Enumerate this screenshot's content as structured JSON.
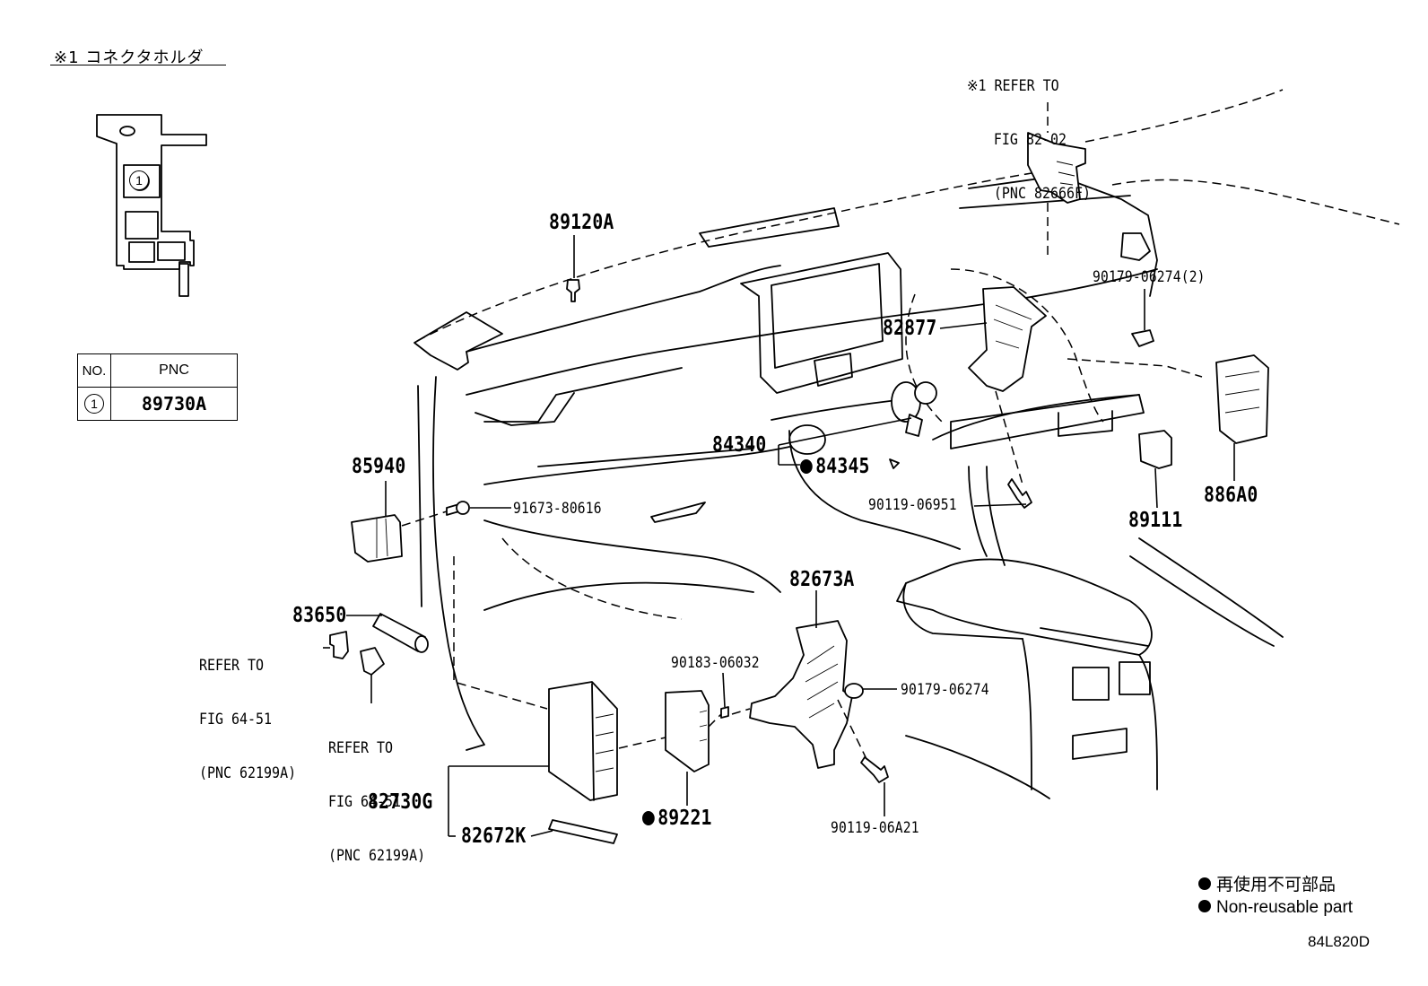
{
  "inset": {
    "title": "※1 コネクタホルダ",
    "callout_number": "1",
    "table_header": {
      "no": "NO.",
      "pnc": "PNC"
    },
    "table_rows": [
      {
        "no": "1",
        "pnc": "89730A"
      }
    ]
  },
  "references": {
    "top": [
      "※1 REFER TO",
      "FIG 82-02",
      "(PNC 82666F)"
    ],
    "left_a": [
      "REFER TO",
      "FIG 64-51",
      "(PNC 62199A)"
    ],
    "left_b": [
      "REFER TO",
      "FIG 64-51",
      "(PNC 62199A)"
    ]
  },
  "parts": {
    "p89120A": "89120A",
    "p82877": "82877",
    "p90179_06274_2": "90179-06274(2)",
    "p84340": "84340",
    "p84345": "84345",
    "p85940": "85940",
    "p91673_80616": "91673-80616",
    "p90119_06951": "90119-06951",
    "p89111": "89111",
    "p886A0": "886A0",
    "p82673A": "82673A",
    "p83650": "83650",
    "p90183_06032": "90183-06032",
    "p90179_06274": "90179-06274",
    "p82730G": "82730G",
    "p89221": "89221",
    "p90119_06A21": "90119-06A21",
    "p82672K": "82672K"
  },
  "legend": {
    "jp": "再使用不可部品",
    "en": "Non-reusable part"
  },
  "figure_code": "84L820D"
}
